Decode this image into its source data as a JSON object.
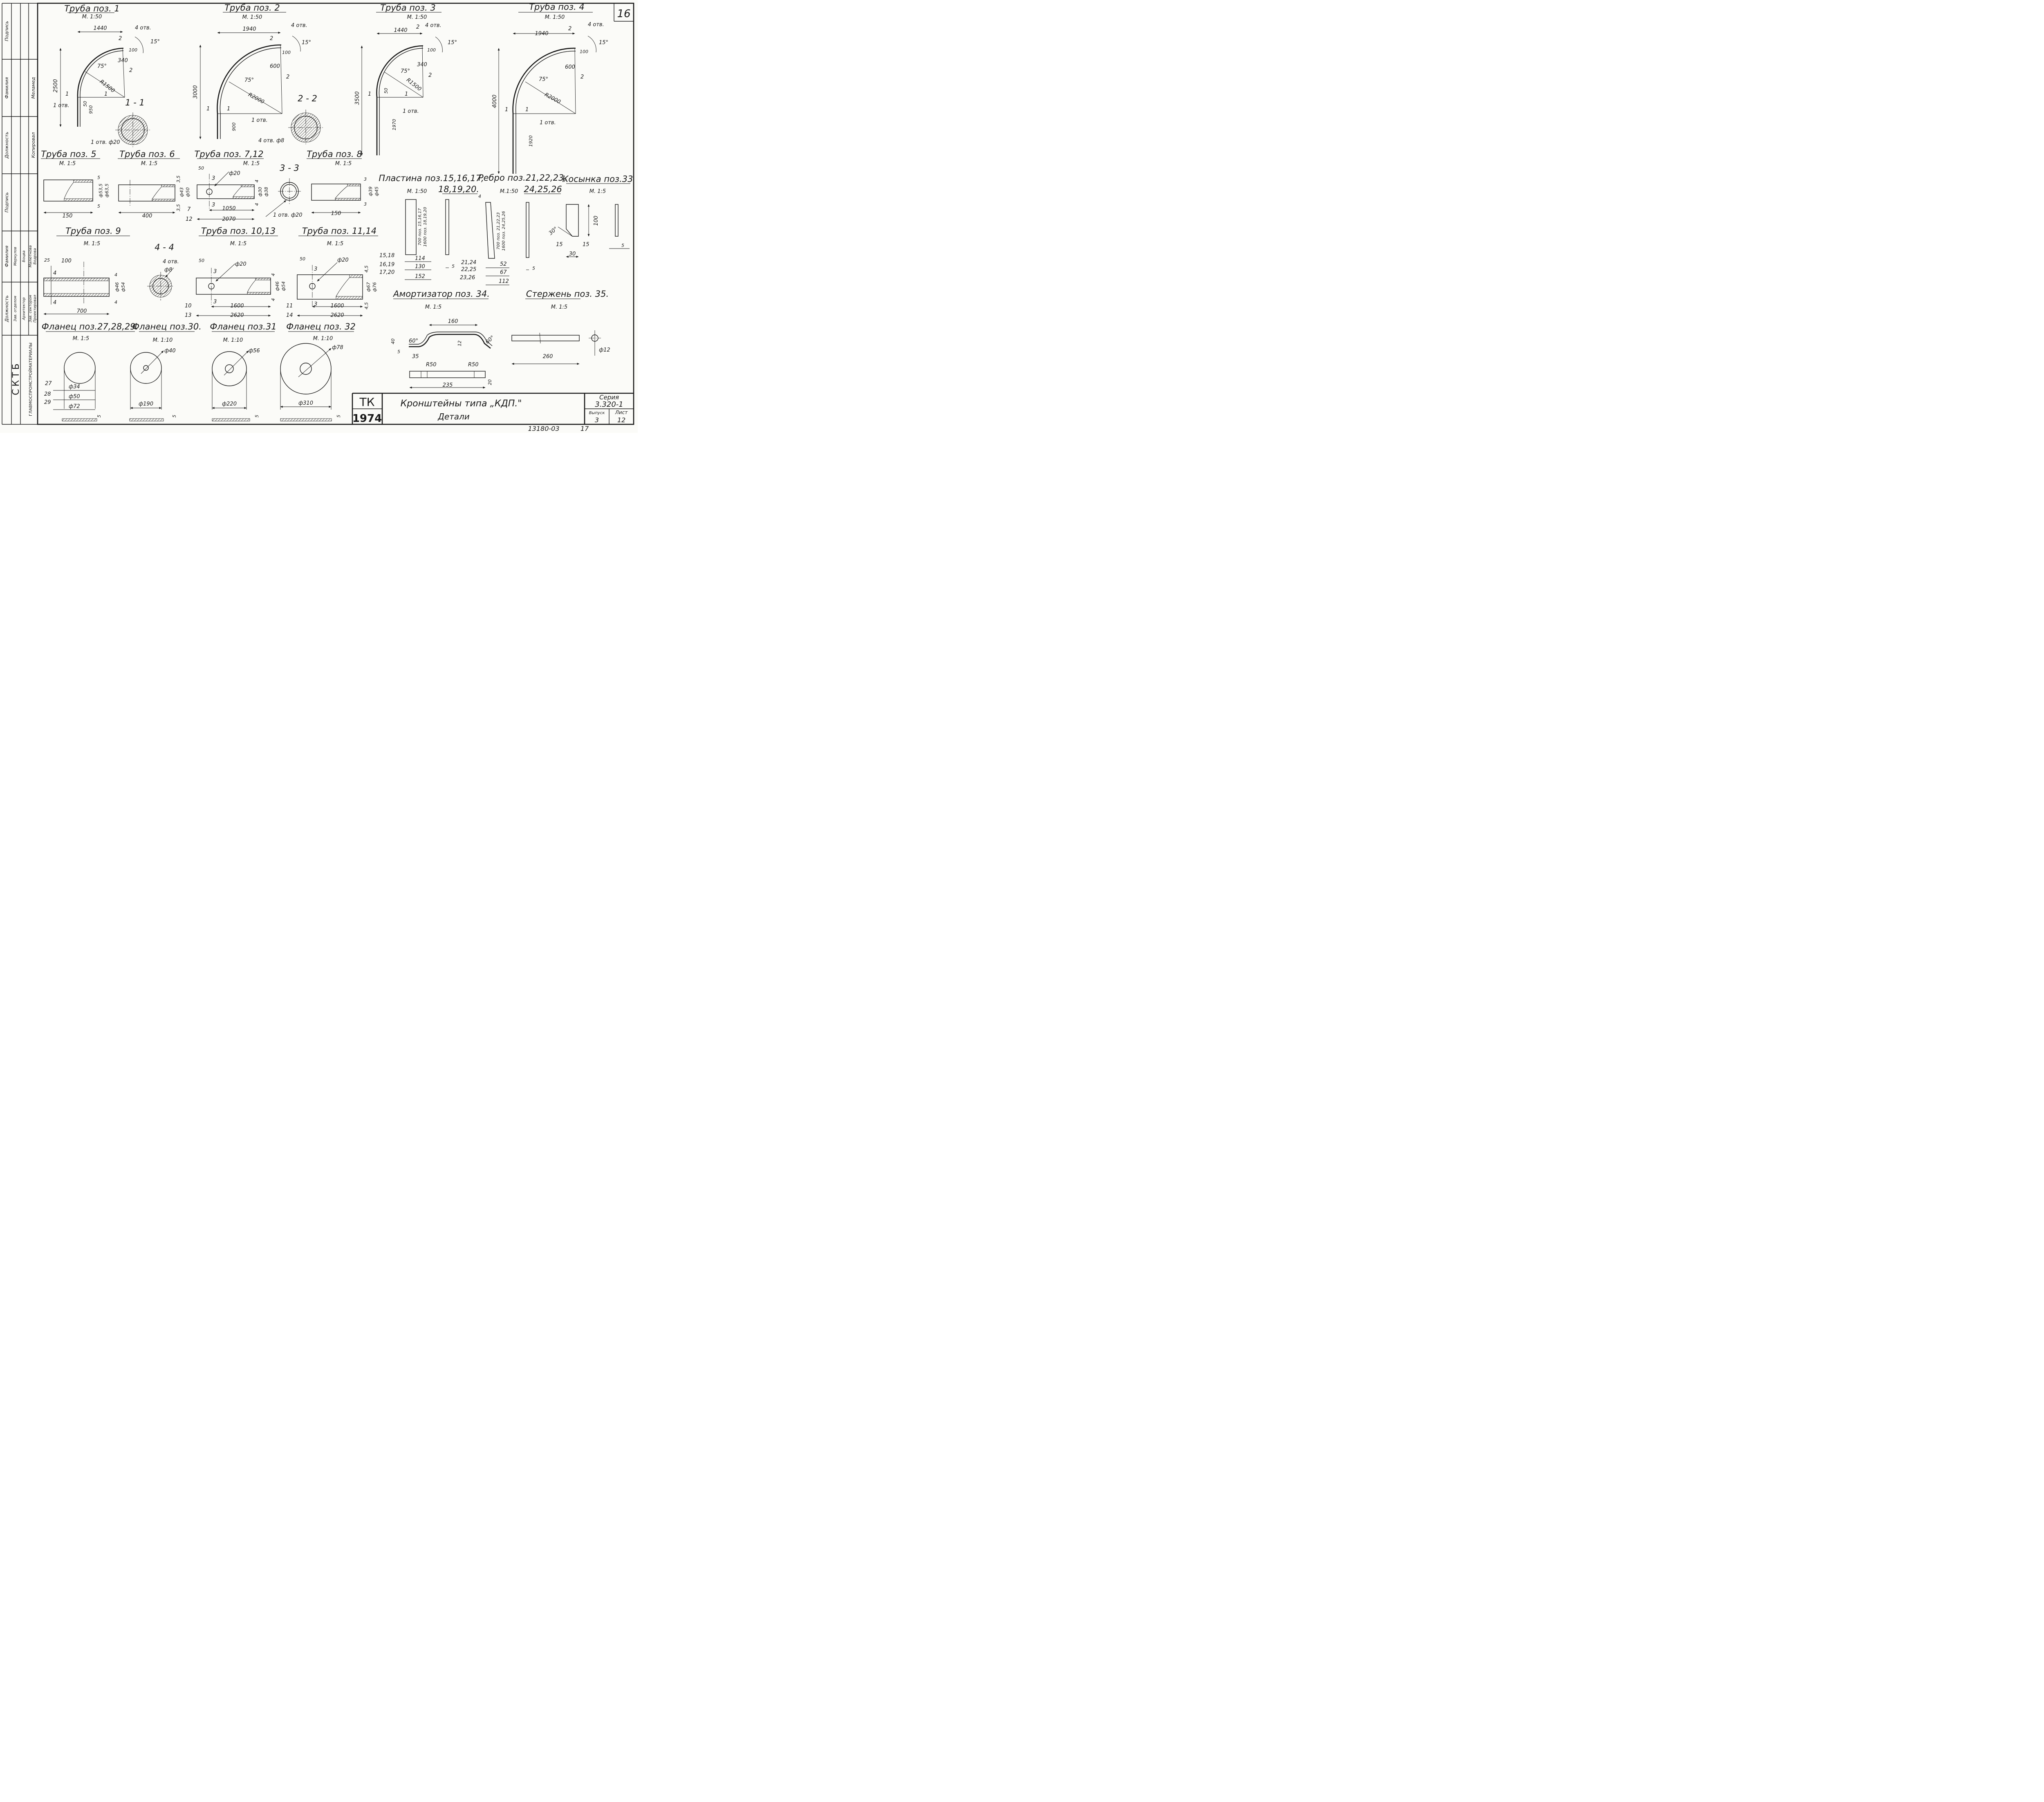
{
  "sheet": {
    "number": "16",
    "left_stamp": {
      "org1": "СКТБ",
      "org2": "ГЛАВМОСПРОМСТРОЙМАТЕРИАЛЫ",
      "h_dolzhnost": "Должность",
      "h_familia": "Фамилия",
      "h_podpis": "Подпись",
      "upper_role": "Копировал",
      "upper_name": "Меламед",
      "rows": [
        {
          "role": "Зав. отделом",
          "name": "Меркулов"
        },
        {
          "role": "Архитектор",
          "name": "Боцва"
        },
        {
          "role": "Зав. сектором",
          "name": "Малютнова"
        },
        {
          "role": "Проектировал",
          "name": "Бодрова"
        }
      ]
    },
    "title_block": {
      "tk": "ТК",
      "year": "1974",
      "title": "Кронштейны типа „КДП.\"",
      "subtitle": "Детали",
      "series_label": "Серия",
      "series": "3.320-1",
      "vypusk_label": "Выпуск",
      "vypusk": "3",
      "list_label": "Лист",
      "list": "12"
    },
    "footer": {
      "code": "13180-03",
      "page": "17"
    }
  },
  "tubes_bent": [
    {
      "title": "Труба поз. 1",
      "scale": "М. 1:50",
      "w": "1440",
      "h": "2500",
      "r": "R1500",
      "angle": "75°",
      "tilt": "15°",
      "holes": "4 отв.",
      "hole1": "1 отв.",
      "d1": "100",
      "d2": "340",
      "low1": "50",
      "low2": "950",
      "sec": "1",
      "cut": "2"
    },
    {
      "title": "Труба поз. 2",
      "scale": "М. 1:50",
      "w": "1940",
      "h": "3000",
      "r": "R2000",
      "angle": "75°",
      "tilt": "15°",
      "holes": "4 отв.",
      "hole1": "1 отв.",
      "d1": "100",
      "d2": "600",
      "low2": "900",
      "sec": "1",
      "cut": "2"
    },
    {
      "title": "Труба поз. 3",
      "scale": "М. 1:50",
      "w": "1440",
      "h": "3500",
      "r": "R1500",
      "angle": "75°",
      "tilt": "15°",
      "holes": "4 отв.",
      "hole1": "1 отв.",
      "d1": "100",
      "d2": "340",
      "low1": "50",
      "low2": "1970",
      "sec": "1",
      "cut": "2"
    },
    {
      "title": "Труба поз. 4",
      "scale": "М. 1:50",
      "w": "1940",
      "h": "4000",
      "r": "R2000",
      "angle": "75°",
      "tilt": "15°",
      "holes": "4 отв.",
      "hole1": "1 отв.",
      "d1": "100",
      "d2": "600",
      "low2": "1920",
      "sec": "1",
      "cut": "2"
    }
  ],
  "sections": {
    "s11": {
      "label": "1 - 1",
      "note": "1 отв. ф20"
    },
    "s22": {
      "label": "2 - 2",
      "note": "4 отв. ф8"
    },
    "s33": {
      "label": "3 - 3",
      "note": "1 отв. ф20"
    },
    "s44": {
      "label": "4 - 4",
      "note1": "4 отв.",
      "note2": "ф8"
    }
  },
  "tubes_straight": [
    {
      "title": "Труба поз. 5",
      "scale": "М. 1:5",
      "len": "150",
      "d_in": "ф53,5",
      "d_out": "ф63,5",
      "t1": "5",
      "t2": "5"
    },
    {
      "title": "Труба поз. 6",
      "scale": "М. 1:5",
      "len": "400",
      "d_in": "ф43",
      "d_out": "ф50",
      "t1": "3,5",
      "t2": "3,5"
    },
    {
      "title": "Труба поз. 7,12",
      "scale": "М. 1:5",
      "d_in": "ф30",
      "d_out": "ф38",
      "t1": "4",
      "t2": "4",
      "hole": "ф20",
      "off": "50",
      "mid": "1050",
      "len": "2070",
      "p1": "7",
      "p2": "12",
      "cut": "3"
    },
    {
      "title": "Труба поз. 8",
      "scale": "М. 1:5",
      "len": "150",
      "d_in": "ф39",
      "d_out": "ф45",
      "t1": "3",
      "t2": "3"
    },
    {
      "title": "Труба поз. 9",
      "scale": "М. 1:5",
      "a": "25",
      "b": "100",
      "len": "700",
      "d_in": "ф46",
      "d_out": "ф54",
      "t1": "4",
      "t2": "4",
      "cut": "4"
    },
    {
      "title": "Труба поз. 10,13",
      "scale": "М. 1:5",
      "off": "50",
      "hole": "ф20",
      "mid": "1600",
      "len": "2620",
      "p1": "10",
      "p2": "13",
      "d_in": "ф46",
      "d_out": "ф54",
      "t1": "4",
      "t2": "4",
      "cut": "3"
    },
    {
      "title": "Труба поз. 11,14",
      "scale": "М. 1:5",
      "off": "50",
      "hole": "ф20",
      "mid": "1600",
      "len": "2620",
      "p1": "11",
      "p2": "14",
      "d_in": "ф67",
      "d_out": "ф76",
      "t1": "4,5",
      "t2": "4,5",
      "cut": "3"
    }
  ],
  "plates": {
    "plastina": {
      "title1": "Пластина поз.15,16,17,",
      "title2": "18,19,20.",
      "scale": "М. 1:50",
      "h1": "700 поз. 15,16,17",
      "h2": "1600 поз. 18,19,20",
      "t": "5",
      "rows": [
        {
          "p": "15,18",
          "v": "114"
        },
        {
          "p": "16,19",
          "v": "130"
        },
        {
          "p": "17,20",
          "v": "152"
        }
      ]
    },
    "rebro": {
      "title1": "Ребро поз.21,22,23,",
      "title2": "24,25,26",
      "scale": "М.1:50",
      "top": "4",
      "h1": "700 поз. 21,22,23",
      "h2": "1600 поз. 24,25,26",
      "t": "5",
      "rows": [
        {
          "p": "21,24",
          "v": "52"
        },
        {
          "p": "22,25",
          "v": "67"
        },
        {
          "p": "23,26",
          "v": "112"
        }
      ]
    },
    "kosynka": {
      "title": "Косынка поз.33",
      "scale": "М. 1:5",
      "h": "100",
      "ang": "30°",
      "a": "15",
      "b": "15",
      "w": "30",
      "t": "5"
    }
  },
  "amort": {
    "title": "Амортизатор поз. 34.",
    "scale": "М. 1:5",
    "top": "160",
    "h": "40",
    "t": "5",
    "a1": "60°",
    "a2": "60°",
    "seg": "35",
    "r1": "R50",
    "r2": "R50",
    "thk": "12",
    "len": "235",
    "w": "20"
  },
  "sterzhen": {
    "title": "Стержень поз. 35.",
    "scale": "М. 1:5",
    "len": "260",
    "d": "ф12"
  },
  "flanges": [
    {
      "title": "Фланец поз.27,28,29.",
      "scale": "М. 1:5",
      "rows": [
        {
          "p": "27",
          "v": "ф34"
        },
        {
          "p": "28",
          "v": "ф50"
        },
        {
          "p": "29",
          "v": "ф72"
        }
      ],
      "t": "5"
    },
    {
      "title": "Фланец поз.30.",
      "scale": "М. 1:10",
      "hole": "ф40",
      "d": "ф190",
      "t": "5"
    },
    {
      "title": "Фланец поз.31",
      "scale": "М. 1:10",
      "hole": "ф56",
      "d": "ф220",
      "t": "5"
    },
    {
      "title": "Фланец поз. 32",
      "scale": "М. 1:10",
      "hole": "ф78",
      "d": "ф310",
      "t": "5"
    }
  ]
}
